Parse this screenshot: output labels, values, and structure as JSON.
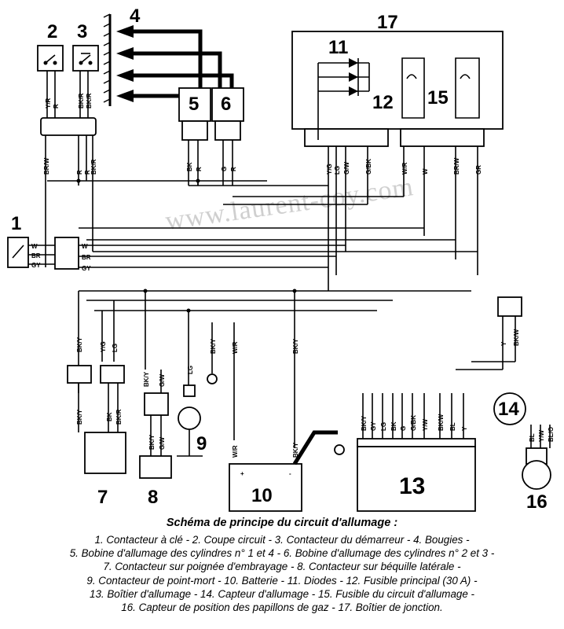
{
  "watermark": "www.laurent-coy.com",
  "components": [
    {
      "id": "c1",
      "label": "1"
    },
    {
      "id": "c2",
      "label": "2"
    },
    {
      "id": "c3",
      "label": "3"
    },
    {
      "id": "c4",
      "label": "4"
    },
    {
      "id": "c5",
      "label": "5"
    },
    {
      "id": "c6",
      "label": "6"
    },
    {
      "id": "c7",
      "label": "7"
    },
    {
      "id": "c8",
      "label": "8"
    },
    {
      "id": "c9",
      "label": "9"
    },
    {
      "id": "c10",
      "label": "10"
    },
    {
      "id": "c11",
      "label": "11"
    },
    {
      "id": "c12",
      "label": "12"
    },
    {
      "id": "c13",
      "label": "13"
    },
    {
      "id": "c14",
      "label": "14"
    },
    {
      "id": "c15",
      "label": "15"
    },
    {
      "id": "c16",
      "label": "16"
    },
    {
      "id": "c17",
      "label": "17"
    }
  ],
  "wire_labels": {
    "sw2": [
      "Y/R",
      "R"
    ],
    "sw3": [
      "BK/R",
      "BK/R"
    ],
    "conn_top": [
      "BR/W",
      "R",
      "R",
      "BK/R"
    ],
    "coil5": [
      "BK",
      "R"
    ],
    "coil6": [
      "G",
      "R"
    ],
    "box17_bottom": [
      "Y/G",
      "LG",
      "G/W",
      "G/BK",
      "W/R",
      "W",
      "BR/W",
      "GR"
    ],
    "key_switch": [
      "W",
      "BR",
      "GY"
    ],
    "key_right": [
      "W",
      "BR",
      "GY"
    ],
    "mid_left": [
      "BK/Y",
      "Y/G",
      "LG"
    ],
    "mid_right": [
      "BK/Y",
      "W/R",
      "BK/Y"
    ],
    "sw7_up": [
      "BK/Y",
      "BK",
      "BK/R"
    ],
    "sw8_up": [
      "BK/Y",
      "G/W"
    ],
    "sw8_down": [
      "BK/Y",
      "G/W"
    ],
    "sw9": [
      "LG"
    ],
    "bat": [
      "W/R",
      "BK/Y"
    ],
    "ecu": [
      "BK/Y",
      "GY",
      "LG",
      "BK",
      "G",
      "G/BK",
      "Y/W",
      "BK/W",
      "BL",
      "Y"
    ],
    "sensor14": [
      "Y",
      "BK/W"
    ],
    "tps16": [
      "BL",
      "Y/W",
      "BL/O"
    ]
  },
  "terminals": {
    "plus": "+",
    "minus": "-"
  },
  "caption": {
    "title": "Schéma de principe du circuit d'allumage :",
    "lines": [
      "1. Contacteur à clé - 2. Coupe circuit - 3. Contacteur du démarreur - 4. Bougies -",
      "5. Bobine d'allumage des cylindres n° 1 et 4 - 6. Bobine d'allumage des cylindres n° 2 et 3 -",
      "7. Contacteur sur poignée d'embrayage - 8. Contacteur sur béquille latérale -",
      "9. Contacteur de point-mort - 10. Batterie - 11. Diodes - 12. Fusible principal (30 A) -",
      "13. Boîtier d'allumage - 14. Capteur d'allumage - 15. Fusible du circuit d'allumage -",
      "16. Capteur de position des papillons de gaz - 17. Boîtier de jonction."
    ]
  }
}
